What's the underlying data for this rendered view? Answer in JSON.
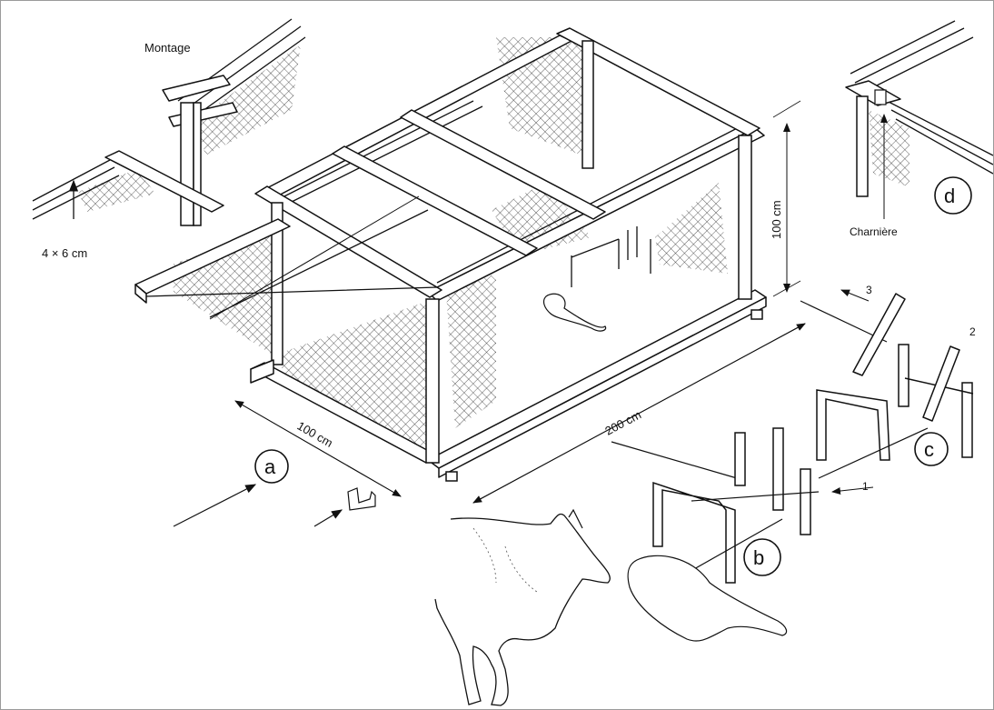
{
  "labels": {
    "montage": "Montage",
    "section_dim": "4 × 6 cm",
    "hinge": "Charnière",
    "height": "100 cm",
    "length": "200 cm",
    "width": "100 cm",
    "step1": "1",
    "step2": "2",
    "step3": "3",
    "panel_a": "a",
    "panel_b": "b",
    "panel_c": "c",
    "panel_d": "d"
  },
  "colors": {
    "ink": "#111111",
    "paper": "#ffffff",
    "border": "#9a9a9a"
  },
  "icons": [
    "wolf-illustration",
    "bait-meat-icon",
    "latch-hook-icon",
    "arrow-icon"
  ]
}
